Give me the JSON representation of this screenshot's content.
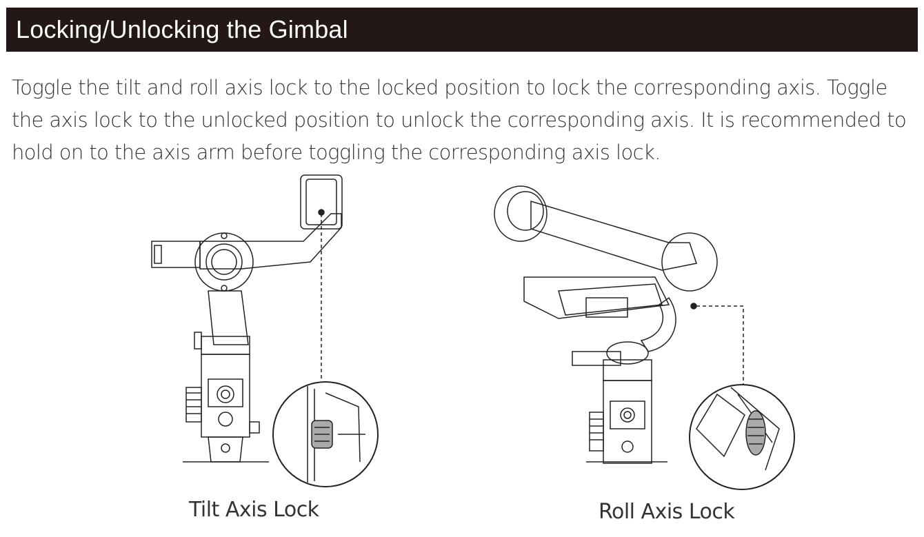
{
  "section": {
    "title": "Locking/Unlocking the Gimbal",
    "paragraph": "Toggle the tilt and roll axis lock to the locked position to lock the corresponding axis. Toggle the axis lock to the unlocked position to unlock the corresponding axis. It is recommended to hold on to the axis arm before toggling the corresponding axis lock."
  },
  "figures": [
    {
      "caption": "Tilt Axis Lock",
      "illustration": "gimbal-tilt-axis-illustration"
    },
    {
      "caption": "Roll Axis Lock",
      "illustration": "gimbal-roll-axis-illustration"
    }
  ]
}
